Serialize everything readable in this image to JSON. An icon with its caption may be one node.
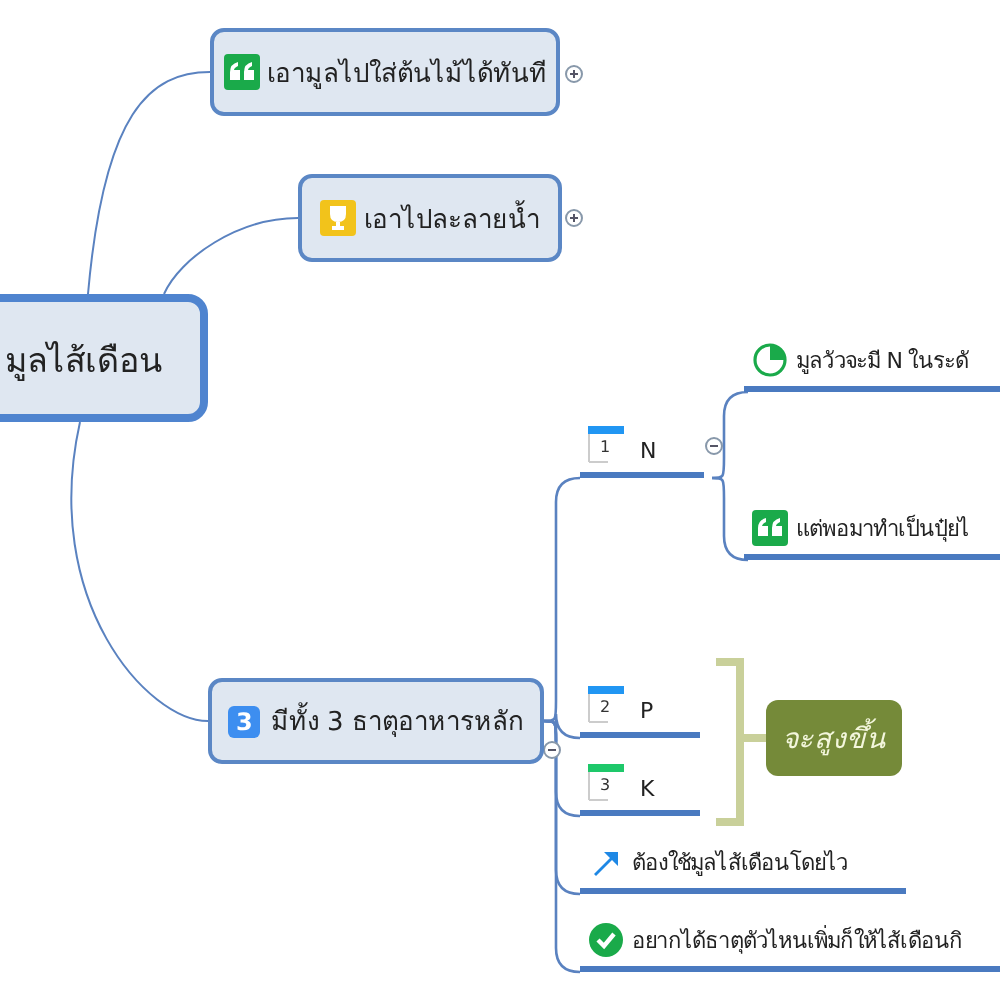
{
  "diagram": {
    "nodes": [
      {
        "text": [
          "มูลไส้เดือน"
        ]
      },
      {
        "text": [
          "เอามูลไปใส่ต้นไม้ได้ทันที"
        ]
      },
      {
        "text": [
          "เอาไปละลายน้ำ"
        ]
      },
      {
        "text": [
          "3",
          "มีทั้ง 3 ธาตุอาหารหลัก"
        ]
      },
      {
        "text": [
          "1",
          "N"
        ]
      },
      {
        "text": [
          "มูลวัวจะมี N ในระดั"
        ]
      },
      {
        "text": [
          "แต่พอมาทำเป็นปุ๋ยไ"
        ]
      },
      {
        "text": [
          "2",
          "P"
        ]
      },
      {
        "text": [
          "3",
          "K"
        ]
      },
      {
        "text": [
          "ต้องใช้มูลไส้เดือนโดยไว"
        ]
      },
      {
        "text": [
          "อยากได้ธาตุตัวไหนเพิ่มก็ให้ไส้เดือนกิ"
        ]
      },
      {
        "text": [
          "จะสูงขึ้น"
        ]
      }
    ],
    "edges": [
      {
        "from": 0,
        "to": 1,
        "arrow": "none"
      },
      {
        "from": 0,
        "to": 2,
        "arrow": "none"
      },
      {
        "from": 0,
        "to": 3,
        "arrow": "none"
      },
      {
        "from": 3,
        "to": 4,
        "arrow": "none"
      },
      {
        "from": 4,
        "to": 5,
        "arrow": "none"
      },
      {
        "from": 4,
        "to": 6,
        "arrow": "none"
      },
      {
        "from": 3,
        "to": 7,
        "arrow": "none"
      },
      {
        "from": 3,
        "to": 8,
        "arrow": "none"
      },
      {
        "from": 3,
        "to": 9,
        "arrow": "none"
      },
      {
        "from": 3,
        "to": 10,
        "arrow": "none"
      },
      {
        "from": 7,
        "to": 11,
        "arrow": "none",
        "style": "thick",
        "color": "#c9d09a"
      },
      {
        "from": 8,
        "to": 11,
        "arrow": "none",
        "style": "thick",
        "color": "#c9d09a"
      }
    ]
  }
}
